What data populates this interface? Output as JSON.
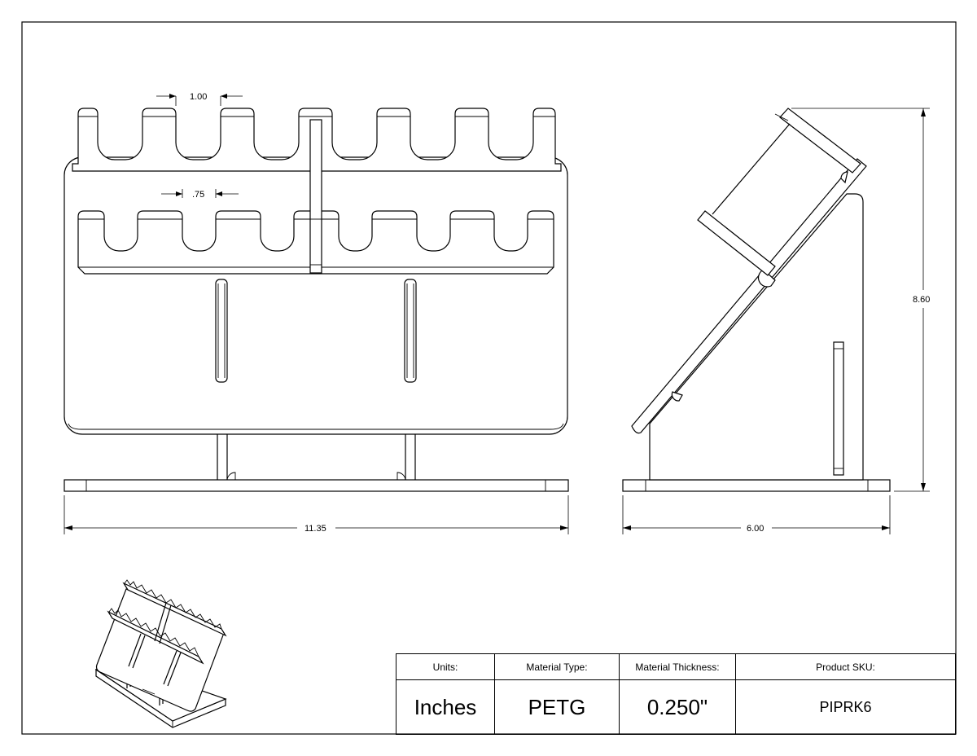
{
  "dimensions": {
    "slot_width": "1.00",
    "slot_spacing": ".75",
    "overall_width": "11.35",
    "height": "8.60",
    "depth": "6.00"
  },
  "title_block": {
    "headers": {
      "units": "Units:",
      "material_type": "Material Type:",
      "material_thickness": "Material Thickness:",
      "product_sku": "Product SKU:"
    },
    "values": {
      "units": "Inches",
      "material_type": "PETG",
      "material_thickness": "0.250\"",
      "product_sku": "PIPRK6"
    }
  }
}
